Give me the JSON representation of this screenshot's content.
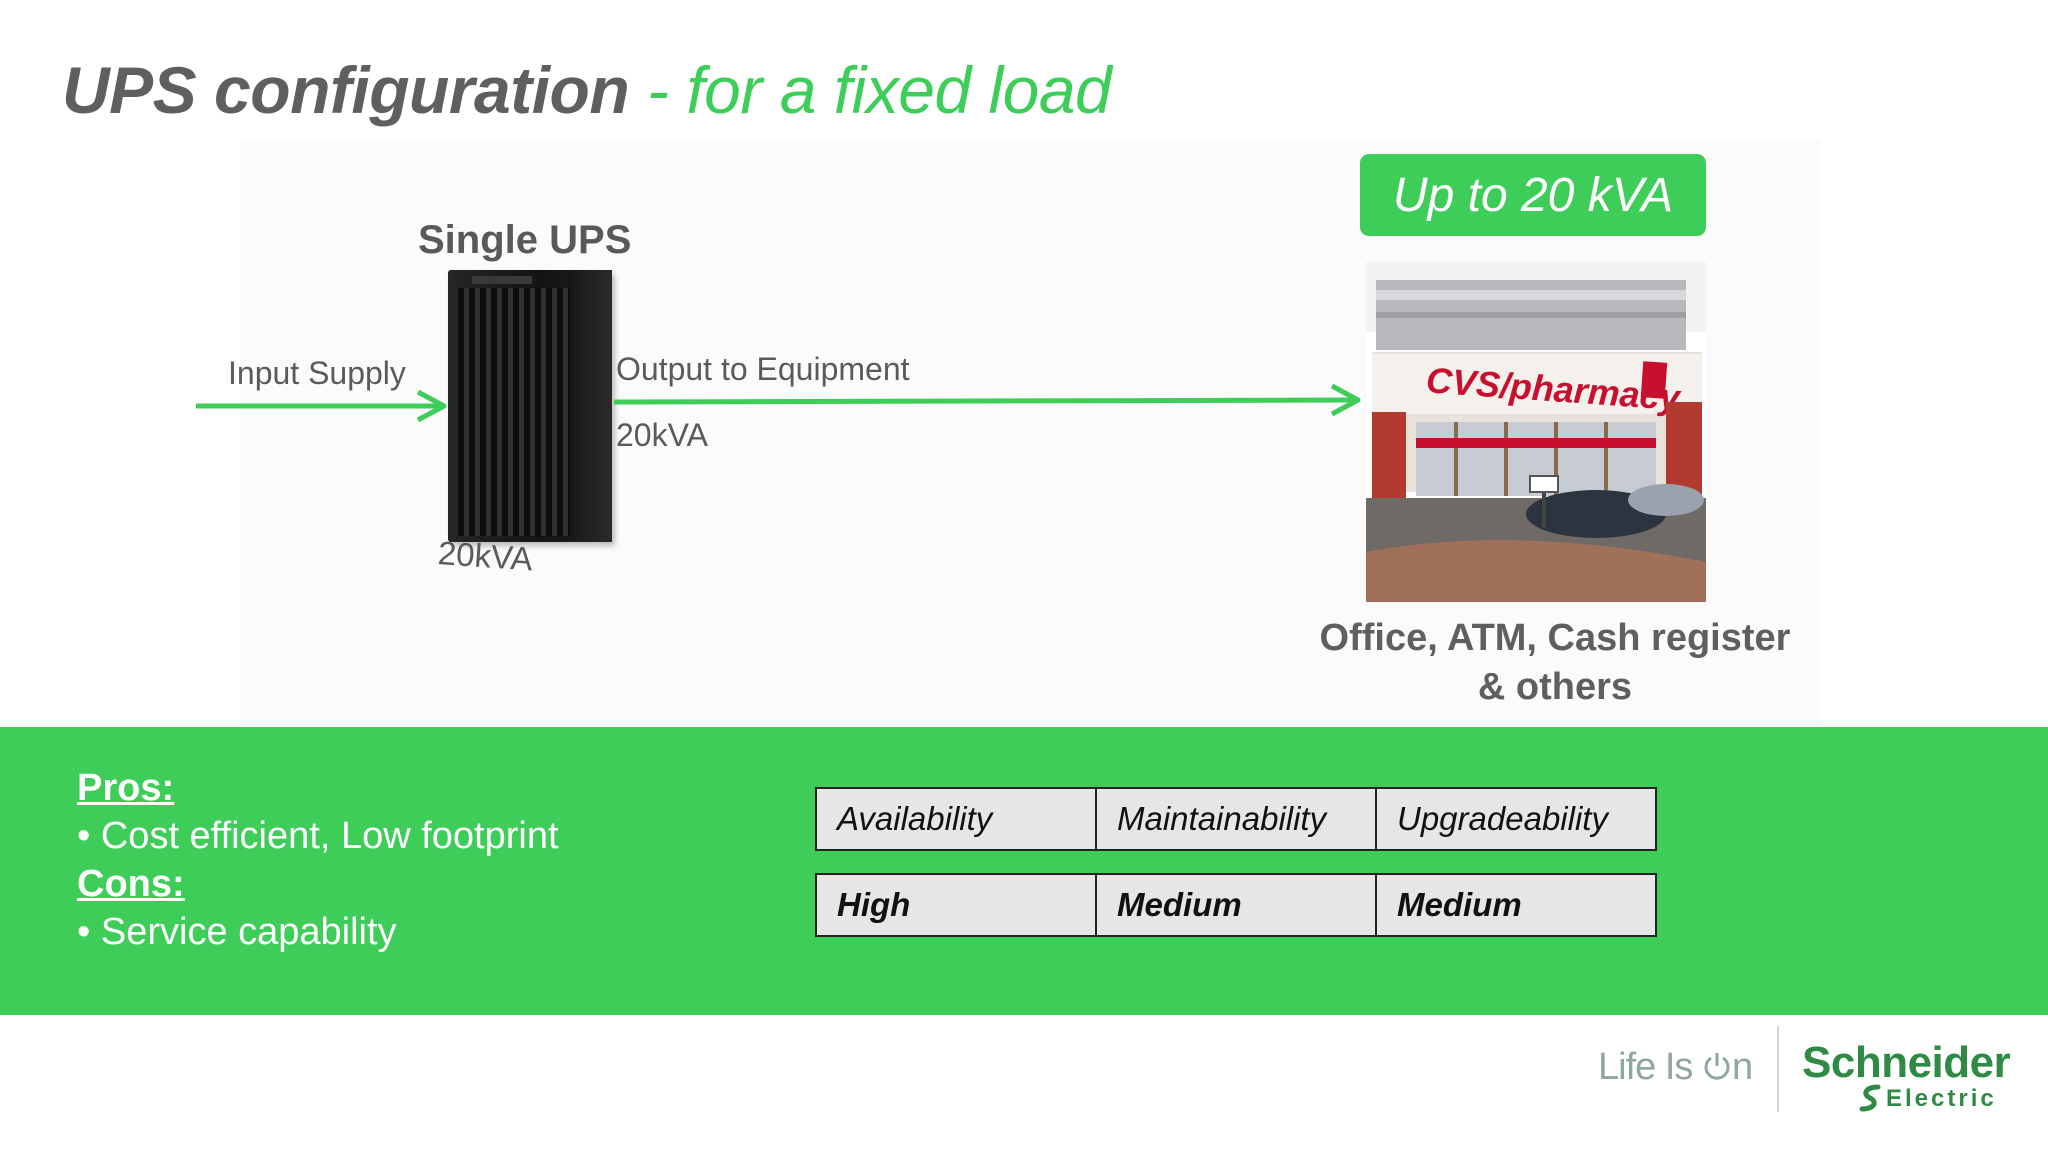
{
  "title": {
    "main": "UPS configuration",
    "sub": "- for a fixed load"
  },
  "diagram": {
    "ups_label": "Single UPS",
    "ups_rating": "20kVA",
    "input_label": "Input Supply",
    "output_label": "Output to Equipment",
    "output_rating": "20kVA",
    "capacity_badge": "Up to 20 kVA",
    "store_sign": "CVS/pharmacy",
    "equipment_line1": "Office, ATM, Cash register",
    "equipment_line2": "& others"
  },
  "summary": {
    "pros_heading": "Pros:",
    "pros_item": "• Cost efficient, Low footprint",
    "cons_heading": "Cons:",
    "cons_item": "• Service capability"
  },
  "metrics": {
    "headers": [
      "Availability",
      "Maintainability",
      "Upgradeability"
    ],
    "values": [
      "High",
      "Medium",
      "Medium"
    ]
  },
  "footer": {
    "tagline_pre": "Life Is ",
    "tagline_post": "n",
    "brand_name": "Schneider",
    "brand_sub": "Electric"
  },
  "colors": {
    "accent_green": "#3dcd58",
    "title_gray": "#5f5f5f",
    "brand_green": "#2f8a46"
  },
  "icons": [
    "ups-cabinet-image",
    "store-photo",
    "power-icon",
    "schneider-logo-icon"
  ]
}
